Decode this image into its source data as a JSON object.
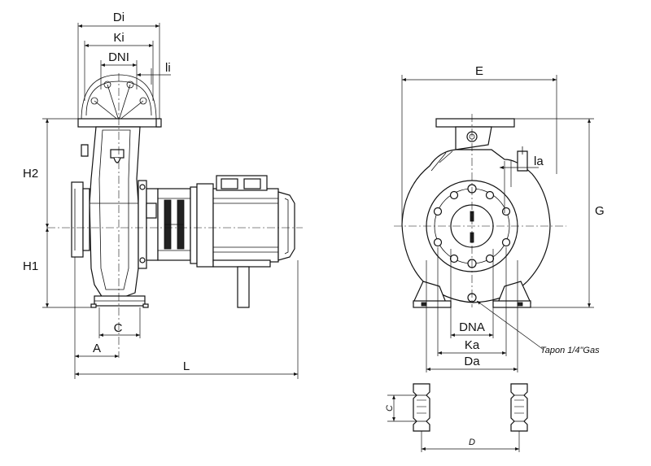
{
  "side_view": {
    "labels": {
      "di": "Di",
      "ki": "Ki",
      "dni": "DNI",
      "li": "li",
      "h2": "H2",
      "h1": "H1",
      "c": "C",
      "a": "A",
      "l": "L"
    }
  },
  "front_view": {
    "labels": {
      "e": "E",
      "la": "la",
      "g": "G",
      "dna": "DNA",
      "ka": "Ka",
      "da": "Da",
      "drain_plug": "Tapon 1/4\"Gas"
    }
  },
  "foot_detail": {
    "labels": {
      "c": "C",
      "d": "D"
    }
  }
}
